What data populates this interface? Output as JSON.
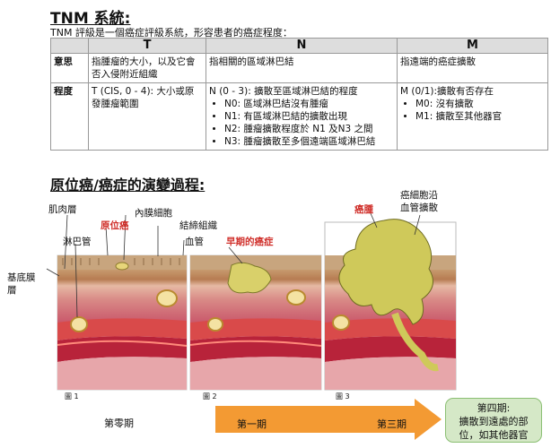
{
  "title": "TNM 系統:",
  "subtitle": "TNM 評級是一個癌症評級系統，形容患者的癌症程度：",
  "table": {
    "headers": [
      "T",
      "N",
      "M"
    ],
    "rows": [
      {
        "label": "意思",
        "t": "指腫瘤的大小，以及它會否入侵附近組織",
        "n": "指相關的區域淋巴結",
        "m": "指遠端的癌症擴散"
      },
      {
        "label": "程度",
        "t": "T (CIS, 0 - 4): 大小或原發腫瘤範圍",
        "n_intro": "N (0 - 3): 擴散至區域淋巴結的程度",
        "n_items": [
          "N0: 區域淋巴結沒有腫瘤",
          "N1: 有區域淋巴結的擴散出現",
          "N2: 腫瘤擴散程度於 N1 及N3 之間",
          "N3: 腫瘤擴散至多個遠端區域淋巴結"
        ],
        "m_intro": "M (0/1):擴散有否存在",
        "m_items": [
          "M0: 沒有擴散",
          "M1: 擴散至其他器官"
        ]
      }
    ]
  },
  "section2_title": "原位癌/癌症的演變過程:",
  "labels": {
    "muscle": "肌肉層",
    "lymph": "淋巴管",
    "in_situ": "原位癌",
    "epithelial": "內膜細胞",
    "connective": "結締組織",
    "vessel": "血管",
    "basement_1": "基底膜",
    "basement_2": "層",
    "early_cancer": "早期的癌症",
    "cancer": "癌腫",
    "spread_1": "癌細胞沿",
    "spread_2": "血管擴散"
  },
  "panels": [
    "圖 1",
    "圖 2",
    "圖 3"
  ],
  "stages": {
    "stage0": "第零期",
    "stage1": "第一期",
    "stage3": "第三期",
    "stage4_title": "第四期:",
    "stage4_line1": "擴散到遠處的部",
    "stage4_line2": "位，如其他器官"
  },
  "colors": {
    "accent_red": "#d0302b",
    "arrow_orange": "#f39a33",
    "stage4_green": "#d5e8c7"
  }
}
